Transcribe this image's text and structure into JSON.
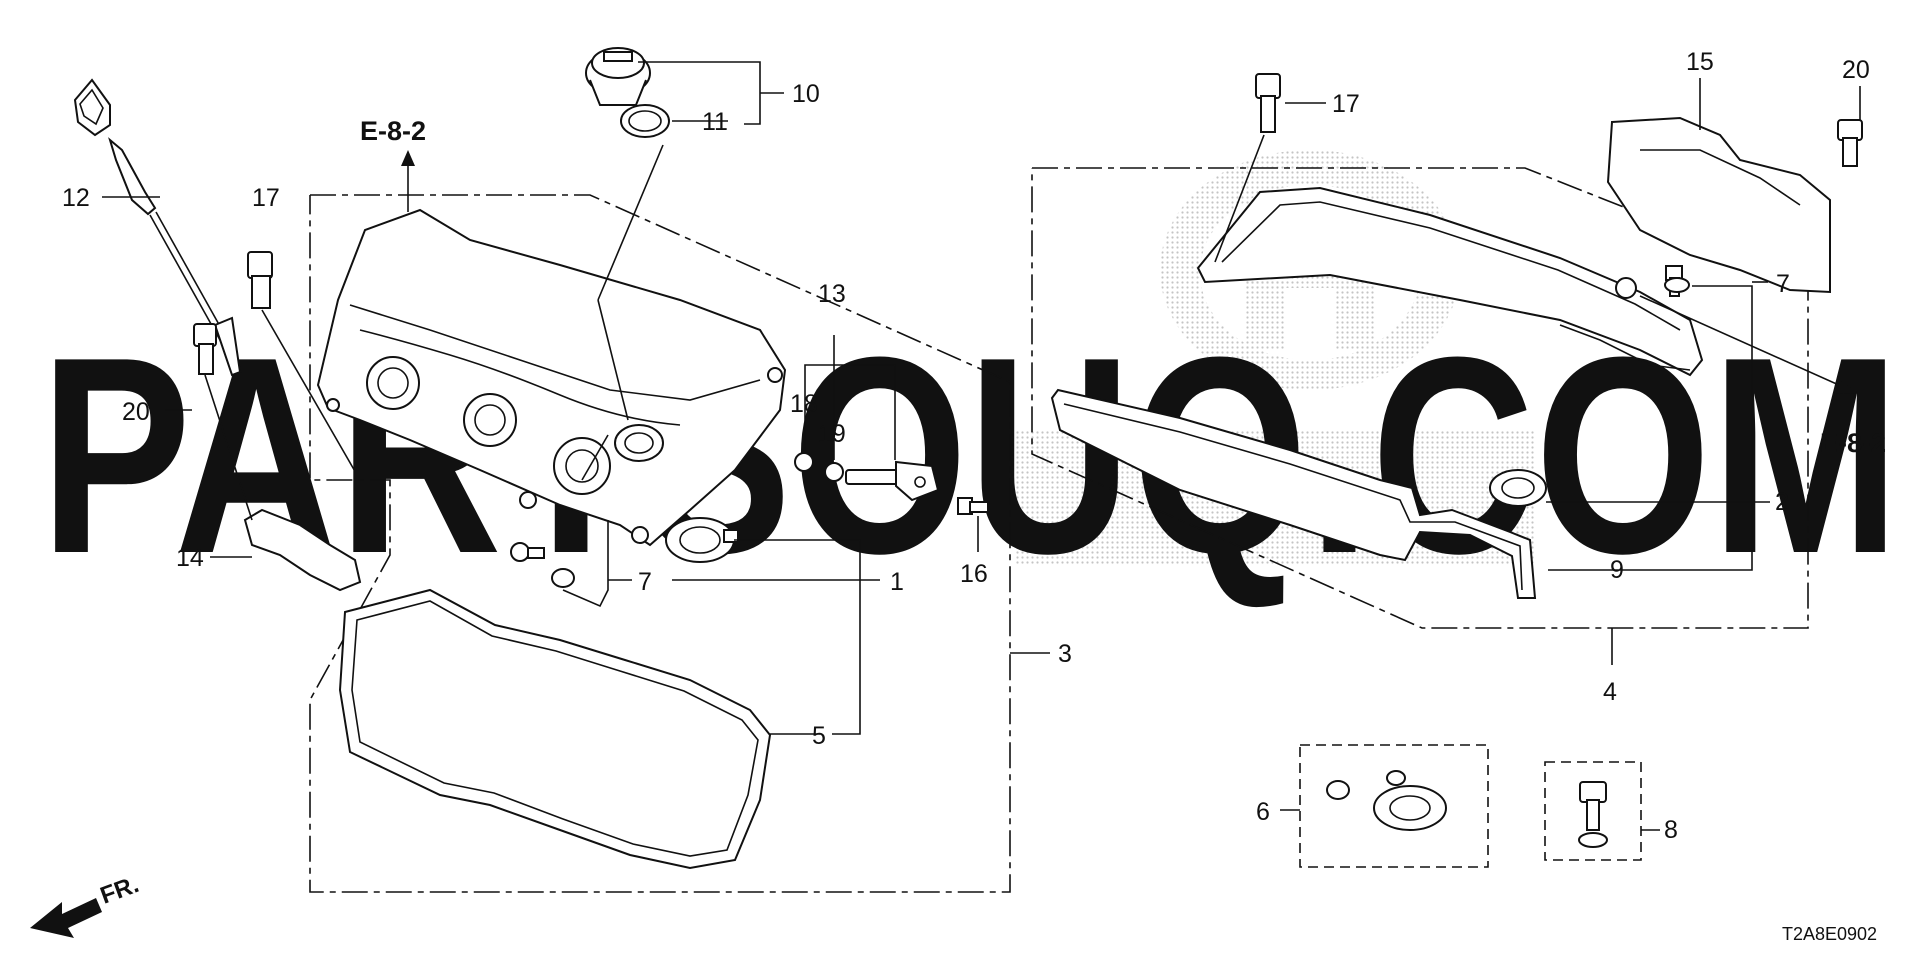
{
  "watermark": {
    "text": "PARTSOUQ.COM"
  },
  "references": {
    "top_left": "E-8-2",
    "right": "E-8-2"
  },
  "callouts": {
    "c1": "1",
    "c2": "2",
    "c3": "3",
    "c4": "4",
    "c5": "5",
    "c6": "6",
    "c7_left": "7",
    "c7_right": "7",
    "c8": "8",
    "c9": "9",
    "c10": "10",
    "c11": "11",
    "c12": "12",
    "c13": "13",
    "c14": "14",
    "c15": "15",
    "c16": "16",
    "c17_left": "17",
    "c17_right": "17",
    "c18": "18",
    "c19": "19",
    "c20_left": "20",
    "c20_right": "20"
  },
  "front_indicator": "FR.",
  "diagram_code": "T2A8E0902"
}
